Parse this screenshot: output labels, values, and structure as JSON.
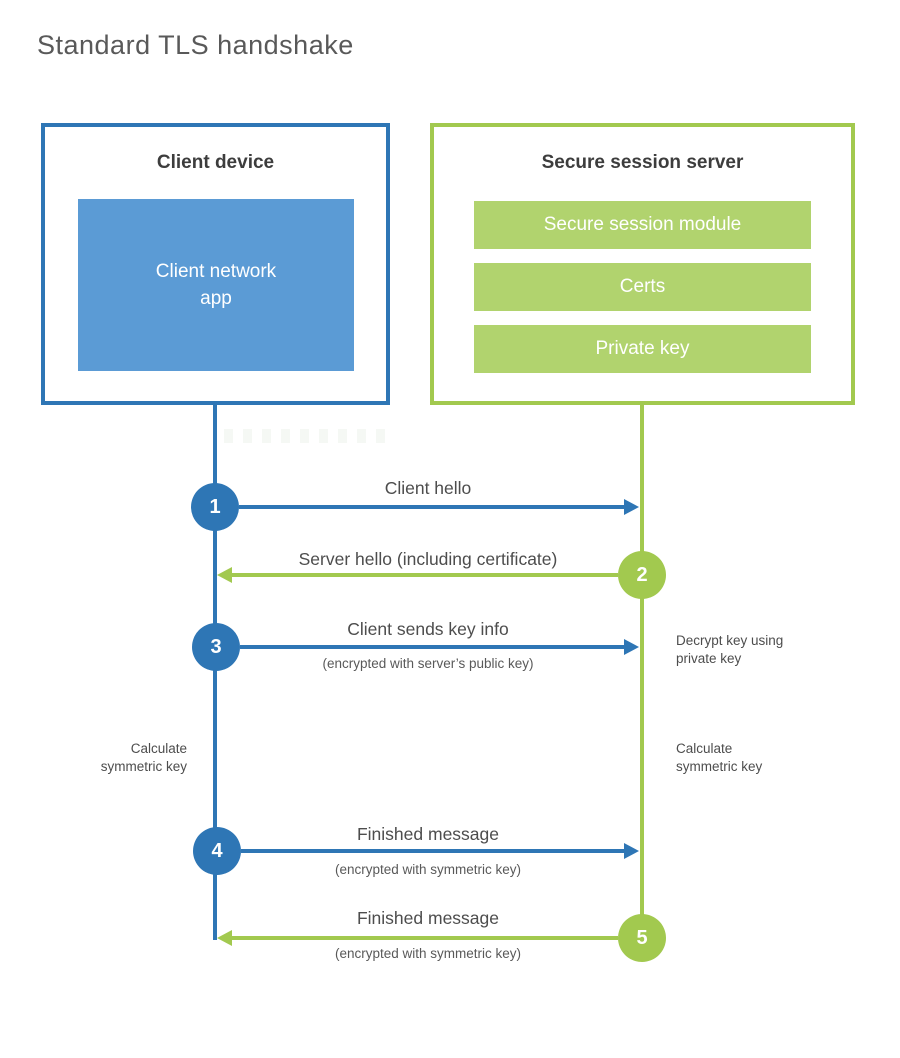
{
  "title": "Standard TLS handshake",
  "colors": {
    "client_blue": "#2e76b5",
    "client_fill_blue": "#5b9bd5",
    "server_green": "#a2c94f",
    "server_fill_green": "#b1d36e",
    "heading_text": "#3d3d3d",
    "label_text": "#4d4d4d"
  },
  "client": {
    "title": "Client device",
    "app_label": "Client network\napp"
  },
  "server": {
    "title": "Secure session server",
    "modules": [
      "Secure session module",
      "Certs",
      "Private key"
    ]
  },
  "messages": [
    {
      "num": "1",
      "label": "Client hello",
      "sub": "",
      "direction": "right",
      "from": "client"
    },
    {
      "num": "2",
      "label": "Server hello (including certificate)",
      "sub": "",
      "direction": "left",
      "from": "server"
    },
    {
      "num": "3",
      "label": "Client sends key info",
      "sub": "(encrypted with server’s public key)",
      "direction": "right",
      "from": "client"
    },
    {
      "num": "4",
      "label": "Finished message",
      "sub": "(encrypted with symmetric key)",
      "direction": "right",
      "from": "client"
    },
    {
      "num": "5",
      "label": "Finished message",
      "sub": "(encrypted with symmetric key)",
      "direction": "left",
      "from": "server"
    }
  ],
  "side_notes": {
    "decrypt": "Decrypt key using\nprivate key",
    "calc_left": "Calculate\nsymmetric key",
    "calc_right": "Calculate\nsymmetric key"
  }
}
